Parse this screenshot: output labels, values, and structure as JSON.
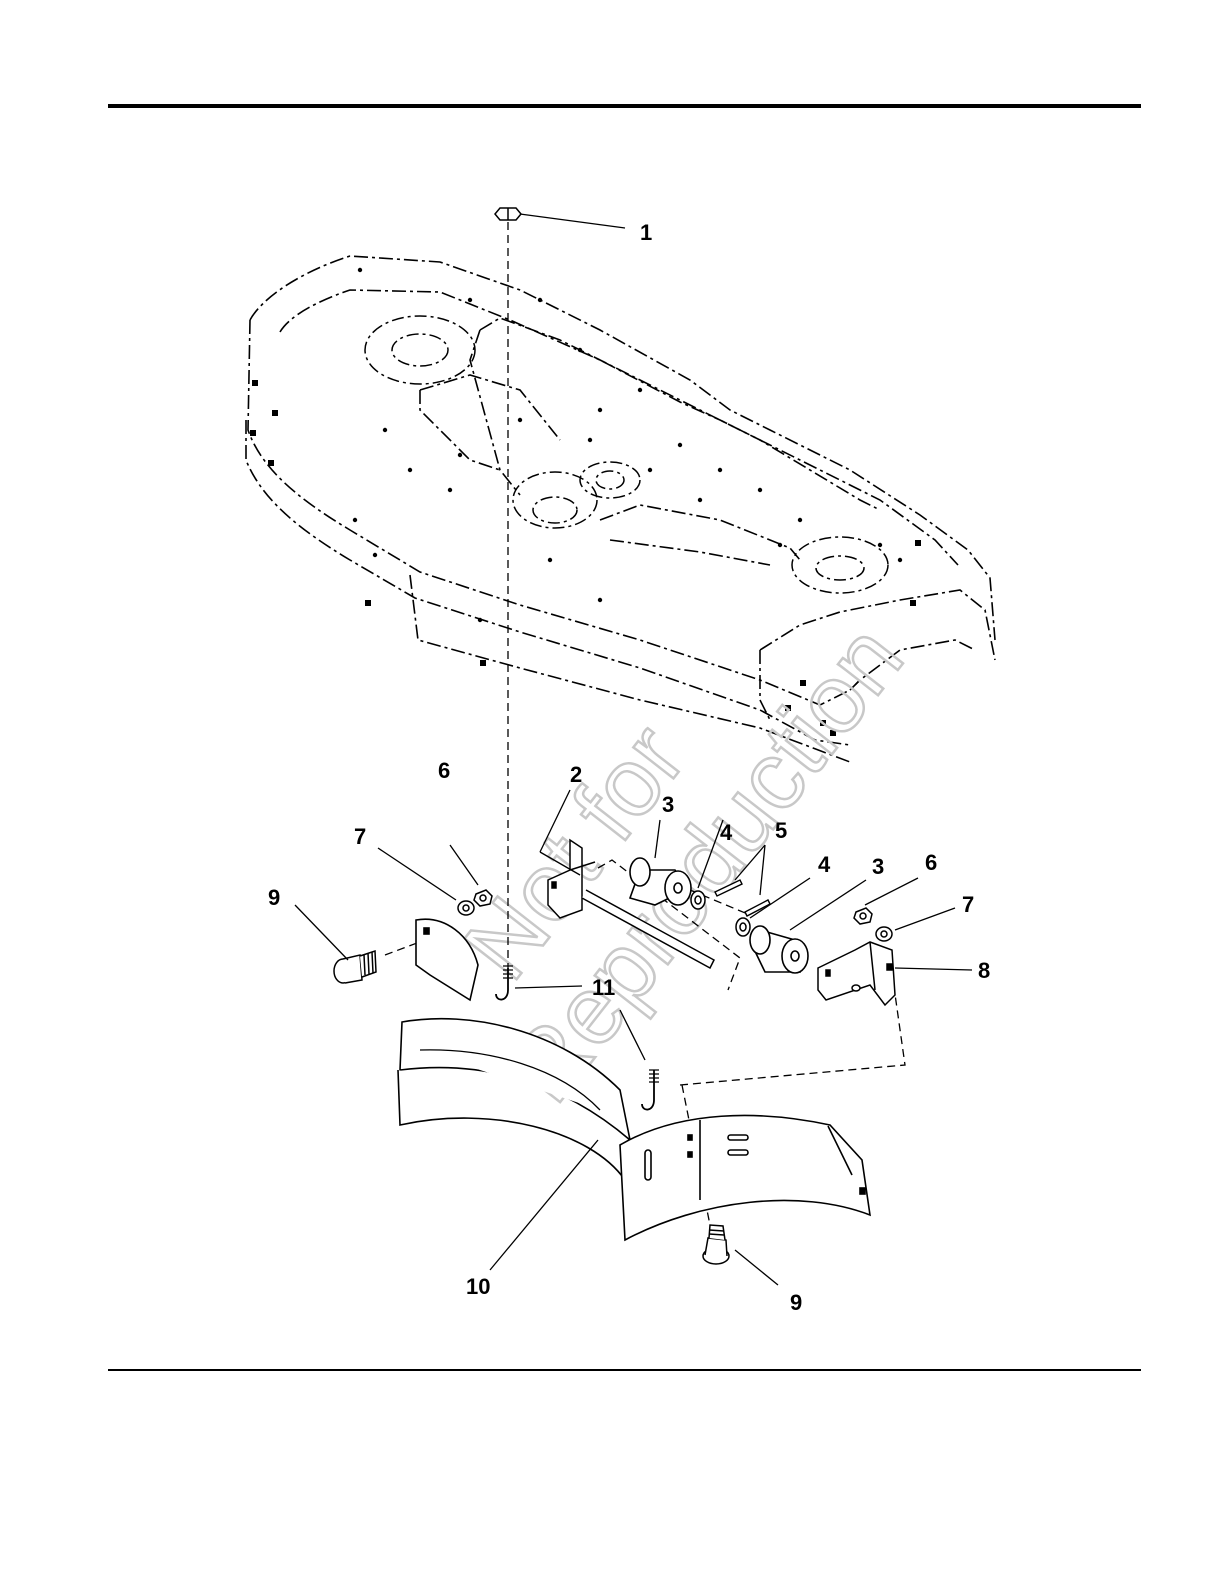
{
  "watermark": {
    "line1": "Not for",
    "line2": "Reproduction"
  },
  "callouts": {
    "c1": "1",
    "c2": "2",
    "c3a": "3",
    "c3b": "3",
    "c4a": "4",
    "c4b": "4",
    "c5": "5",
    "c6a": "6",
    "c6b": "6",
    "c7a": "7",
    "c7b": "7",
    "c8": "8",
    "c9a": "9",
    "c9b": "9",
    "c10": "10",
    "c11": "11"
  }
}
